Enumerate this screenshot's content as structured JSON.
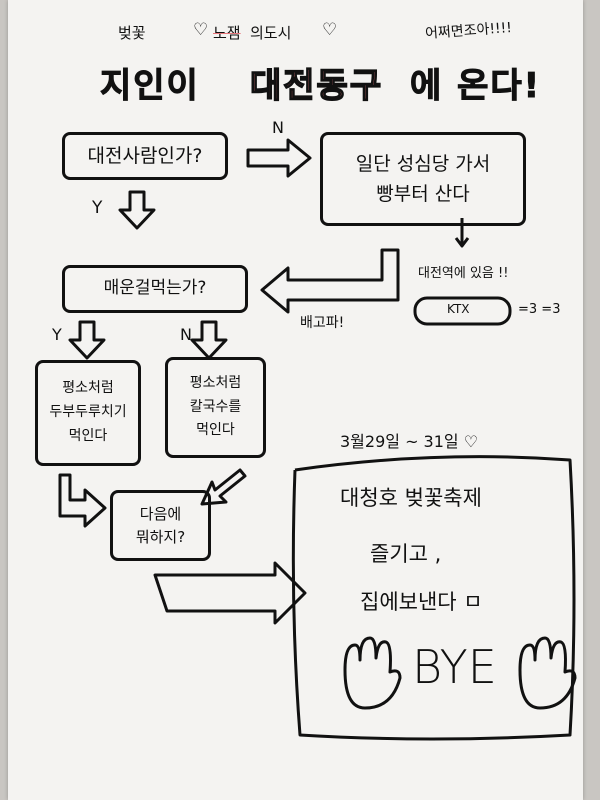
{
  "header": {
    "tag_left": "벚꽃",
    "heart": "♡",
    "crossed_word": "노잼",
    "city_phrase": "의도시",
    "tag_right": "어쩌면조아!!!!",
    "title_part1": "지인이",
    "title_part2": "대전동구",
    "title_part3": "에 온다!"
  },
  "flow": {
    "q1": "대전사람인가?",
    "q1_no": "N",
    "q1_yes": "Y",
    "no_action": [
      "일단 성심당 가서",
      "빵부터 산다"
    ],
    "station_note": "대전역에 있음 !!",
    "train_label": "KTX",
    "train_puffs": "=3 =3",
    "hungry": "배고파!",
    "q2": "매운걸먹는가?",
    "q2_yes": "Y",
    "q2_no": "N",
    "yes_action": [
      "평소처럼",
      "두부두루치기",
      "먹인다"
    ],
    "no_action2": [
      "평소처럼",
      "칼국수를",
      "먹인다"
    ],
    "q3": [
      "다음에",
      "뭐하지?"
    ],
    "date": "3월29일 ~ 31일 ♡",
    "final": [
      "대청호 벚꽃축제",
      "즐기고 ,",
      "집에보낸다 ㅁ"
    ],
    "bye": "BYE"
  },
  "colors": {
    "accent_pink": "#e8767b",
    "ink": "#111111",
    "paper": "#f4f3f1"
  }
}
